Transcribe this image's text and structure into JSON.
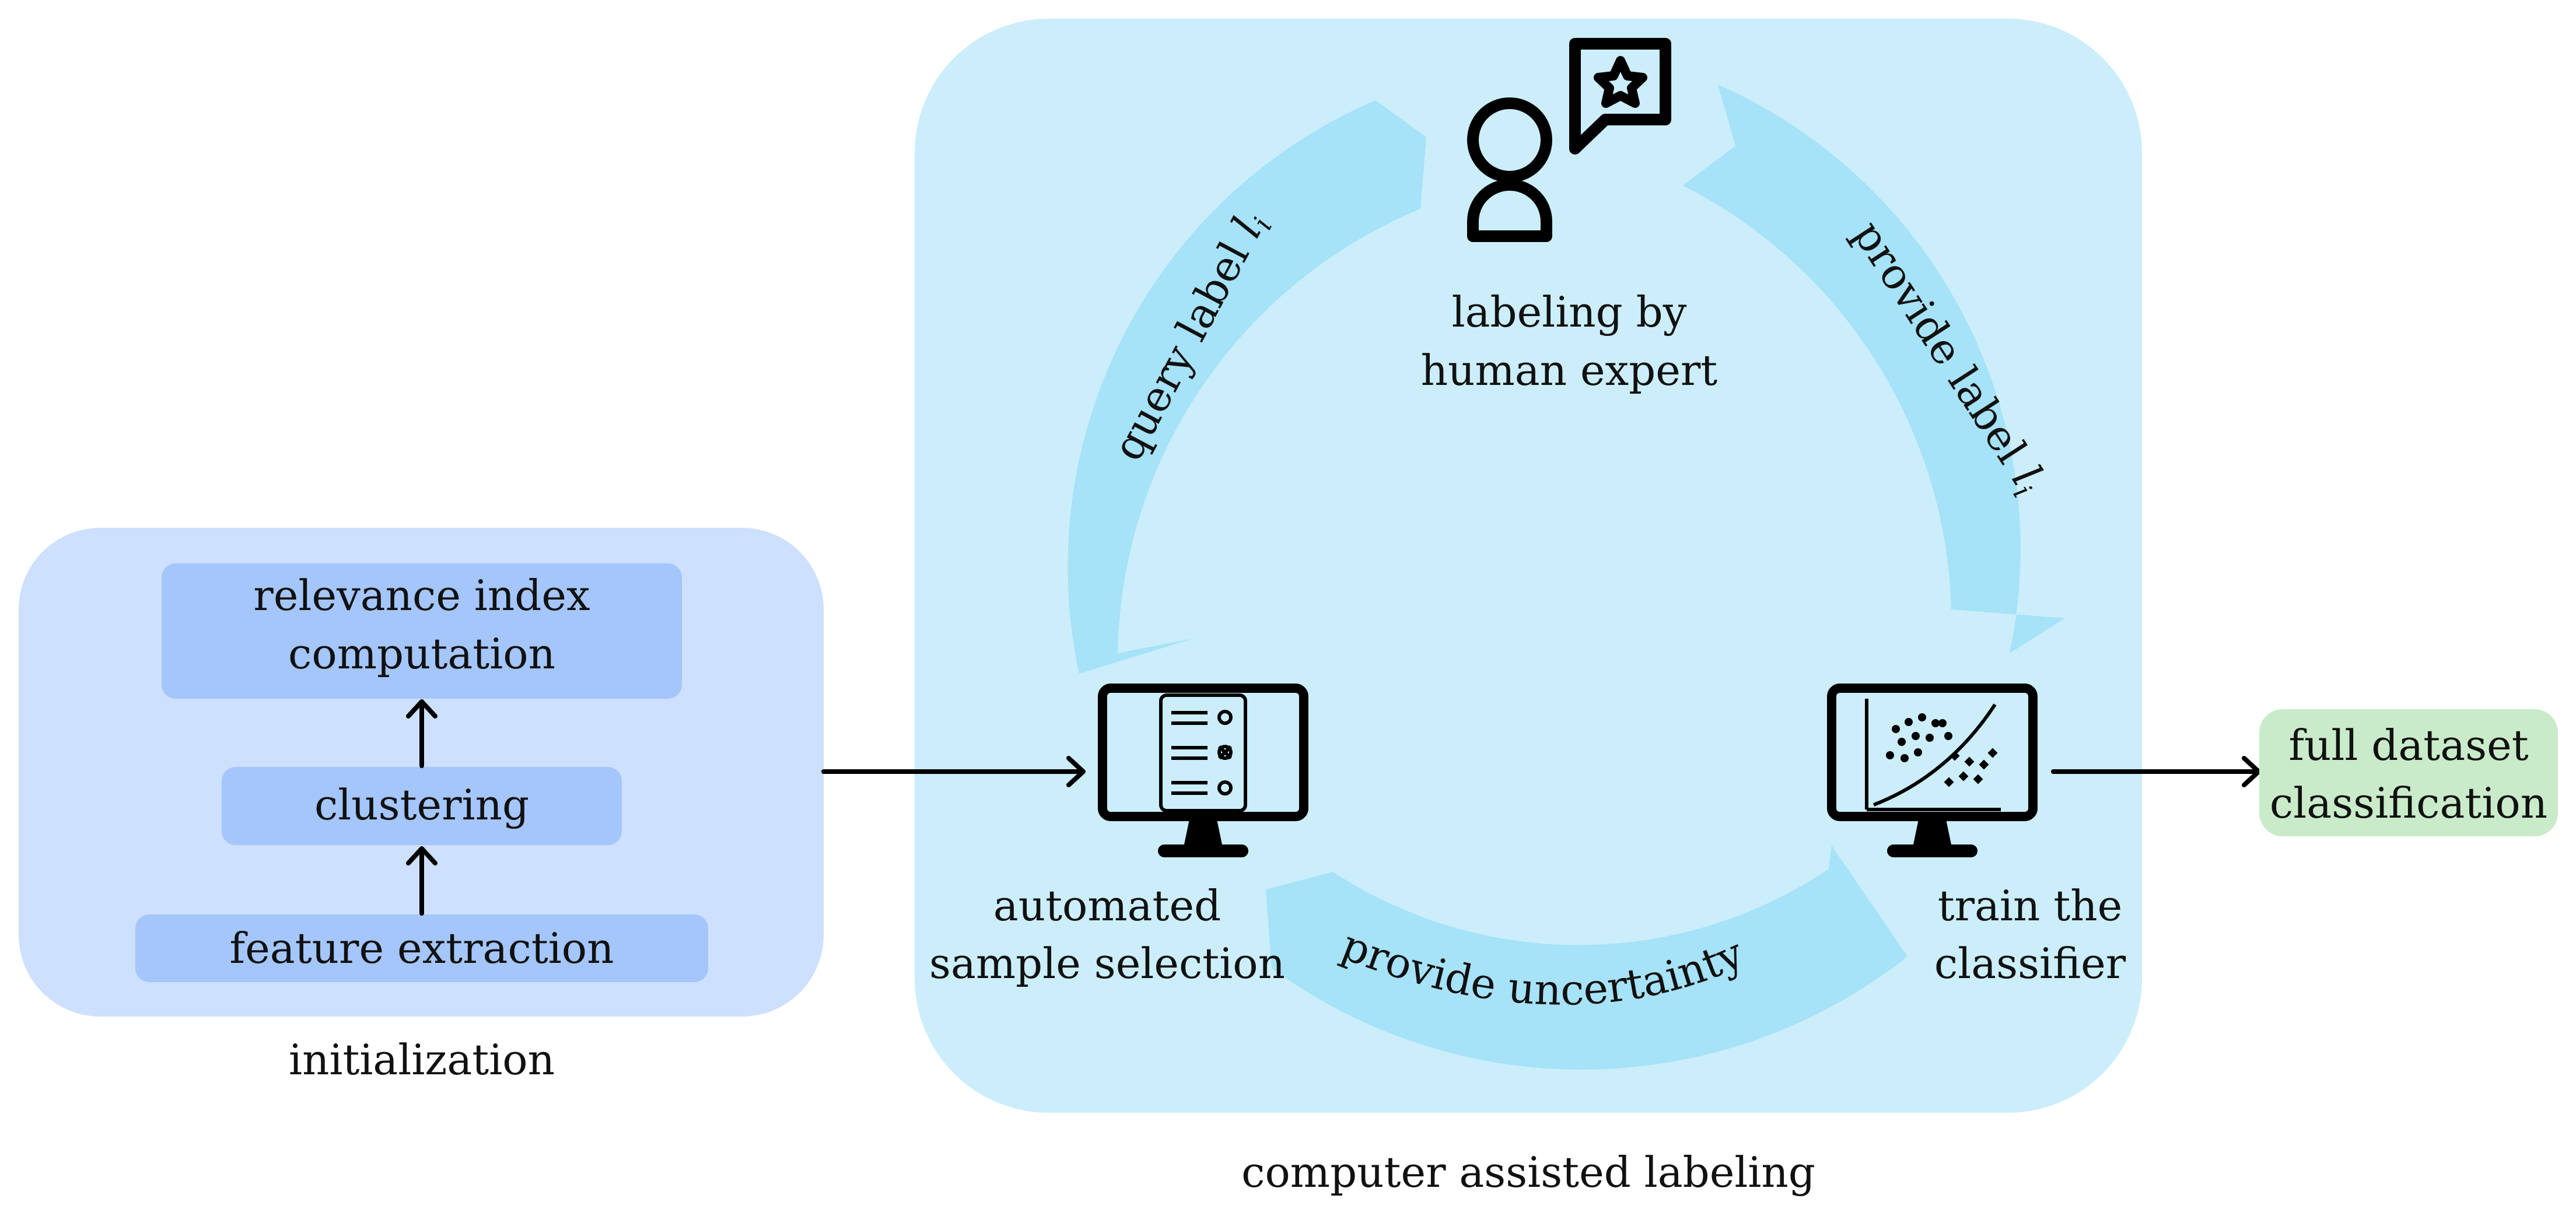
{
  "colors": {
    "init_bg": "#cde0fd",
    "init_box": "#a4c6fa",
    "cal_bg": "#cbeefa",
    "cal_arrow": "#a6e2f8",
    "output_box": "#c9ebc9",
    "line": "#000000"
  },
  "initialization": {
    "caption": "initialization",
    "relevance_line1": "relevance index",
    "relevance_line2": "computation",
    "clustering": "clustering",
    "feature_extraction": "feature extraction"
  },
  "computer_assisted_labeling": {
    "caption": "computer assisted labeling",
    "human_line1": "labeling by",
    "human_line2": "human expert",
    "selection_line1": "automated",
    "selection_line2": "sample selection",
    "train_line1": "train the",
    "train_line2": "classifier",
    "query_label": "query label ",
    "provide_label": "provide label ",
    "label_symbol": "l",
    "label_subscript": "i",
    "provide_uncertainty": "provide uncertainty"
  },
  "output": {
    "line1": "full dataset",
    "line2": "classification"
  },
  "icons": {
    "human": "person-with-star-speech-bubble-icon",
    "selection": "monitor-with-checklist-icon",
    "classifier": "monitor-with-scatter-plot-icon"
  }
}
